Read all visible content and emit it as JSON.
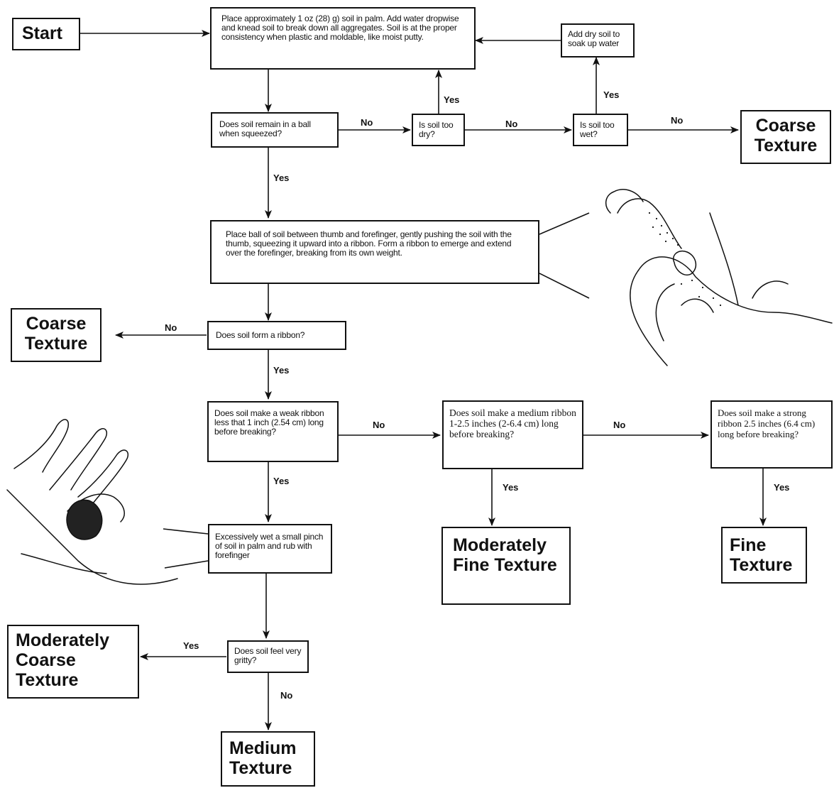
{
  "nodes": {
    "start": "Start",
    "step1": "Place approximately 1 oz (28) g) soil in palm. Add water dropwise and knead soil to break down all aggregates. Soil is at the proper consistency when plastic and moldable, like moist putty.",
    "add_dry": "Add dry soil to soak up water",
    "q_ball": "Does soil remain in a ball when squeezed?",
    "q_dry": "Is soil too dry?",
    "q_wet": "Is soil too wet?",
    "coarse_1": "Coarse Texture",
    "step_ribbon": "Place ball of soil between thumb and forefinger, gently pushing the soil with the thumb, squeezing it upward into a ribbon. Form a ribbon to emerge and extend over the forefinger, breaking from its own weight.",
    "q_ribbon": "Does soil form a ribbon?",
    "coarse_2": "Coarse Texture",
    "q_weak": "Does soil make a weak ribbon less that 1 inch (2.54 cm) long before breaking?",
    "q_medium": "Does soil make a medium ribbon 1-2.5 inches (2-6.4 cm) long before breaking?",
    "q_strong": "Does soil make a strong ribbon 2.5 inches (6.4 cm) long before breaking?",
    "mod_fine": "Moderately Fine Texture",
    "fine": "Fine Texture",
    "step_wet": "Excessively wet a small pinch of soil in palm and rub with forefinger",
    "q_gritty": "Does soil feel very gritty?",
    "mod_coarse": "Moderately Coarse Texture",
    "medium": "Medium Texture"
  },
  "edge_labels": {
    "no": "No",
    "yes": "Yes"
  },
  "illustrations": [
    "hand-ribbon-illustration",
    "hand-rubbing-illustration"
  ]
}
